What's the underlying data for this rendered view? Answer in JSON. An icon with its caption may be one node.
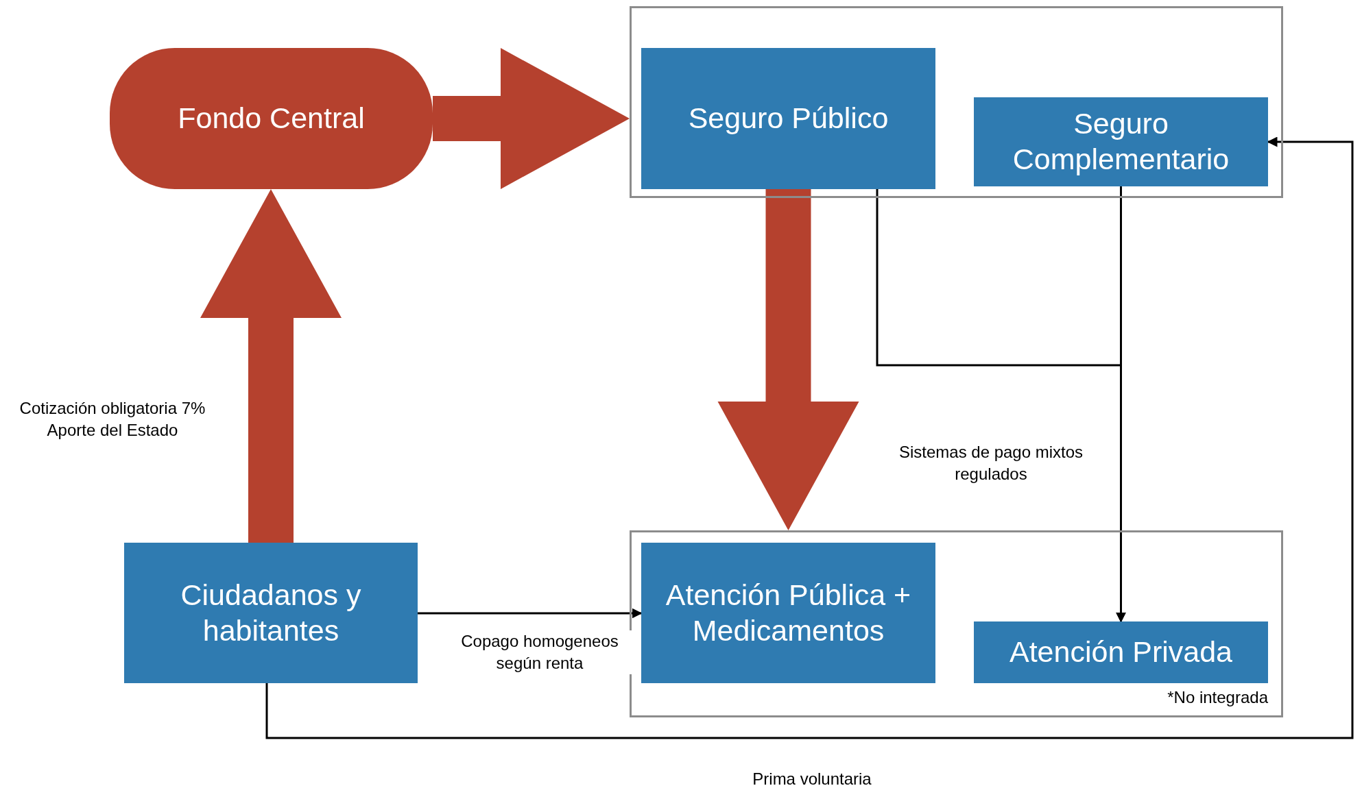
{
  "diagram": {
    "nodes": [
      {
        "text": [
          "Fondo Central"
        ]
      },
      {
        "text": [],
        "shape": "box"
      },
      {
        "text": [
          "Seguro Público"
        ],
        "in": 1
      },
      {
        "text": [
          "Seguro Complementario"
        ],
        "in": 1
      },
      {
        "text": [
          "Ciudadanos y habitantes"
        ]
      },
      {
        "text": [],
        "shape": "box"
      },
      {
        "text": [
          "Atención Pública + Medicamentos"
        ],
        "in": 5
      },
      {
        "text": [
          "Atención Privada"
        ],
        "in": 5,
        "beside": [
          "*No integrada"
        ]
      }
    ],
    "edges": [
      {
        "from": 0,
        "to": 1,
        "arrow": "to",
        "style": "thick",
        "color": "#b5412e"
      },
      {
        "from": 4,
        "to": 0,
        "arrow": "to",
        "style": "thick",
        "color": "#b5412e",
        "label": "Cotización obligatoria 7% Aporte del Estado"
      },
      {
        "from": 2,
        "to": 5,
        "arrow": "to",
        "style": "thick",
        "color": "#b5412e"
      },
      {
        "from": 2,
        "to": 7,
        "arrow": "to"
      },
      {
        "from": 3,
        "to": 7,
        "arrow": "to"
      },
      {
        "from": 4,
        "to": 6,
        "arrow": "to",
        "label": "Copago homogeneos según renta"
      },
      {
        "from": 4,
        "to": 3,
        "arrow": "to",
        "label": "Prima voluntaria"
      }
    ],
    "labels": [
      "Sistemas de pago mixtos regulados"
    ]
  }
}
